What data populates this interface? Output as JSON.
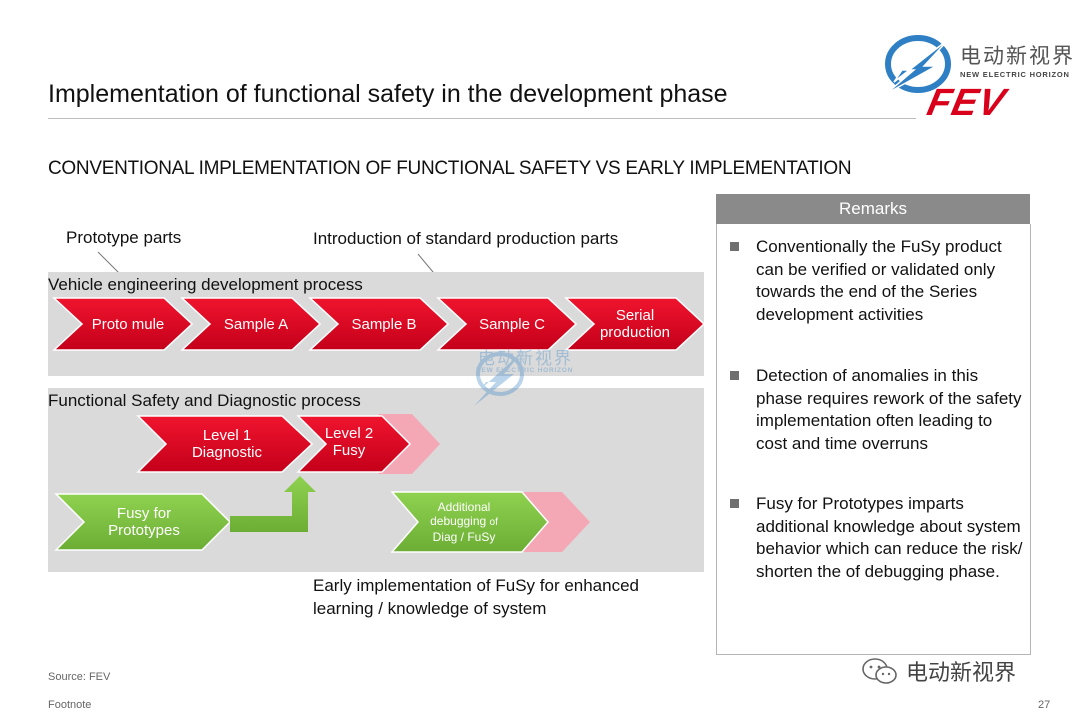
{
  "header": {
    "title": "Implementation of functional safety in the development phase",
    "subtitle": "CONVENTIONAL IMPLEMENTATION OF FUNCTIONAL SAFETY VS EARLY IMPLEMENTATION",
    "logo_cn": "电动新视界",
    "logo_en": "NEW ELECTRIC HORIZON",
    "brand": "FEV"
  },
  "callouts": {
    "prototype_parts": "Prototype parts",
    "standard_parts": "Introduction of standard production parts",
    "early_impl_line1": "Early implementation of FuSy for enhanced",
    "early_impl_line2": "learning / knowledge of system"
  },
  "vehicle_process": {
    "label": "Vehicle engineering development process",
    "steps": [
      "Proto mule",
      "Sample A",
      "Sample B",
      "Sample C",
      "Serial production"
    ]
  },
  "safety_process": {
    "label": "Functional Safety and Diagnostic process",
    "level1_line1": "Level 1",
    "level1_line2": "Diagnostic",
    "level2_line1": "Level 2",
    "level2_line2": "Fusy",
    "proto_line1": "Fusy for",
    "proto_line2": "Prototypes",
    "debug_line1": "Additional",
    "debug_line2a": "debugging",
    "debug_line2b": "of",
    "debug_line3": "Diag / FuSy"
  },
  "remarks": {
    "heading": "Remarks",
    "items": [
      "Conventionally the FuSy product can be verified or validated only towards the end of the Series development activities",
      "Detection of anomalies in this phase requires rework of the safety implementation often leading to cost and time overruns",
      "Fusy for Prototypes imparts additional knowledge about system behavior which can reduce the risk/ shorten the of debugging phase."
    ]
  },
  "footer": {
    "source": "Source: FEV",
    "footnote": "Footnote",
    "page": "27",
    "wechat": "电动新视界"
  },
  "colors": {
    "red": "#d9001b",
    "green": "#7dc242",
    "pink": "#f4a8b6",
    "panel": "#dadada",
    "remarks_head": "#8a8a8a",
    "logo_blue": "#2e7fc4"
  }
}
